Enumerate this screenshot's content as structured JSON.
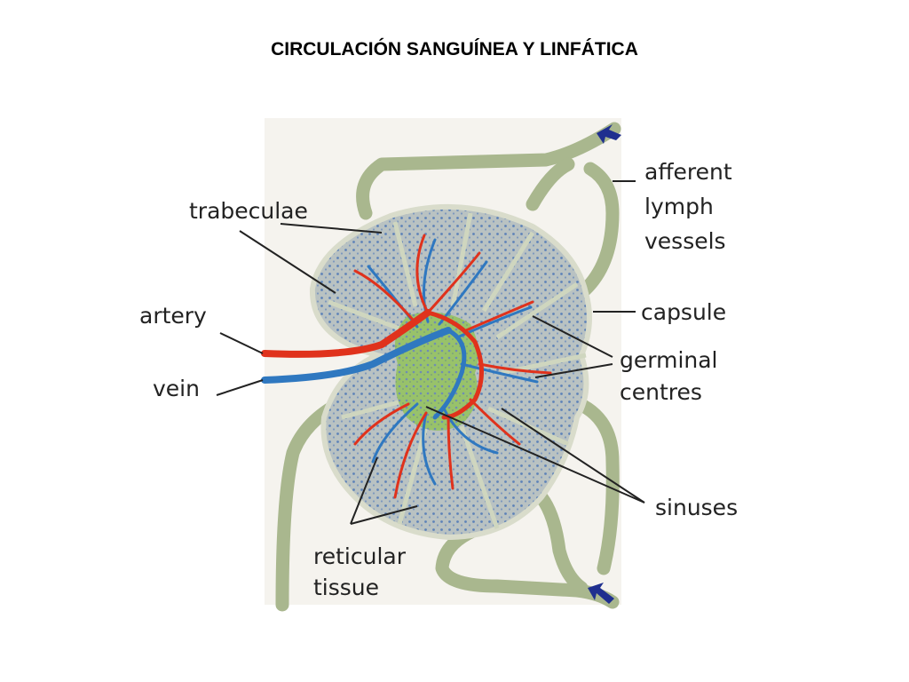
{
  "title": "CIRCULACIÓN SANGUÍNEA Y LINFÁTICA",
  "labels": {
    "afferent_1": "afferent",
    "afferent_2": "lymph",
    "afferent_3": "vessels",
    "trabeculae": "trabeculae",
    "artery": "artery",
    "vein": "vein",
    "capsule": "capsule",
    "germinal_1": "germinal",
    "germinal_2": "centres",
    "sinuses": "sinuses",
    "reticular_1": "reticular",
    "reticular_2": "tissue"
  },
  "colors": {
    "lymph_vessel": "#a9b78e",
    "node_body": "#bcc3c0",
    "cortex_dots": "#5d82b8",
    "medulla": "#8fbf5a",
    "artery": "#e0321c",
    "vein": "#2f78c0",
    "arrow": "#1f2f8f"
  },
  "icons": [
    "arrow-icon"
  ]
}
